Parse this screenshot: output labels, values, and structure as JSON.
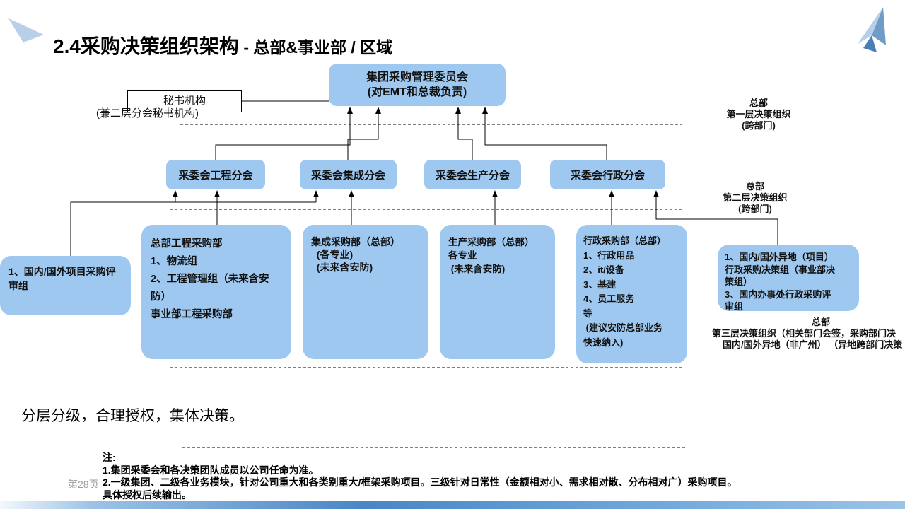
{
  "slide": {
    "title": "2.4采购决策组织架构",
    "title_suffix": " - 总部&事业部 / 区域",
    "motto": "分层分级，合理授权，集体决策。",
    "page_watermark": "第28页"
  },
  "colors": {
    "box_blue": "#9ec8f0",
    "accent_blue": "#4a86c6",
    "line_black": "#000000",
    "watermark_gray": "#9e9e9e"
  },
  "org": {
    "top_box": {
      "line1": "集团采购管理委员会",
      "line2": "(对EMT和总裁负责)"
    },
    "secretary": {
      "box_label": "秘书机构",
      "sub_label": "(兼二层分会秘书机构)"
    },
    "level_labels": [
      {
        "l1": "总部",
        "l2": "第一层决策组织",
        "l3": "(跨部门)"
      },
      {
        "l1": "总部",
        "l2": "第二层决策组织",
        "l3": "(跨部门)"
      },
      {
        "l1": "总部",
        "l2": "第三层决策组织（相关部门会签，采购部门决",
        "l3": "国内/国外异地（非广州） （异地跨部门决策"
      }
    ],
    "level2_boxes": [
      "采委会工程分会",
      "采委会集成分会",
      "采委会生产分会",
      "采委会行政分会"
    ],
    "level3_boxes": [
      {
        "lines": [
          "1、国内/国外项目采购评审组"
        ]
      },
      {
        "lines": [
          "总部工程采购部",
          "1、物流组",
          "2、工程管理组（未来含安",
          "防）",
          "事业部工程采购部"
        ]
      },
      {
        "lines": [
          "集成采购部（总部）",
          "  (各专业)",
          "  (未来含安防)"
        ]
      },
      {
        "lines": [
          "生产采购部（总部）",
          "各专业",
          " (未来含安防)"
        ]
      },
      {
        "lines": [
          "行政采购部（总部）",
          "1、行政用品",
          "2、it/设备",
          "3、基建",
          "4、员工服务",
          "等",
          " (建议安防总部业务",
          "快速纳入)"
        ]
      },
      {
        "lines": [
          "1、国内/国外异地（项目）",
          "行政采购决策组（事业部决",
          "策组）",
          "3、国内办事处行政采购评",
          "审组"
        ]
      }
    ]
  },
  "notes": {
    "heading": "注:",
    "items": [
      "1.集团采委会和各决策团队成员以公司任命为准。",
      "2.一级集团、二级各业务模块，针对公司重大和各类别重大/框架采购项目。三级针对日常性（金额相对小、需求相对散、分布相对广）采购项目。",
      "具体授权后续输出。"
    ]
  }
}
